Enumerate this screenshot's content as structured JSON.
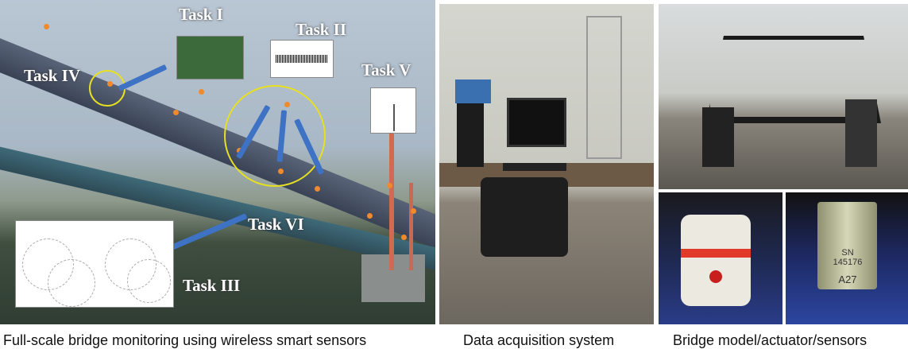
{
  "panels": {
    "bridge": {
      "tasks": [
        "Task I",
        "Task II",
        "Task III",
        "Task IV",
        "Task V",
        "Task VI"
      ],
      "caption": "Full-scale bridge monitoring using wireless smart sensors"
    },
    "daq": {
      "caption": "Data acquisition system"
    },
    "model": {
      "caption": "Bridge model/actuator/sensors",
      "sensor_labels": [
        "SN",
        "145176",
        "A27"
      ]
    }
  },
  "colors": {
    "sensor_dot": "#f08a2c",
    "arrow": "#3d72c4",
    "circle": "#e6e020"
  }
}
